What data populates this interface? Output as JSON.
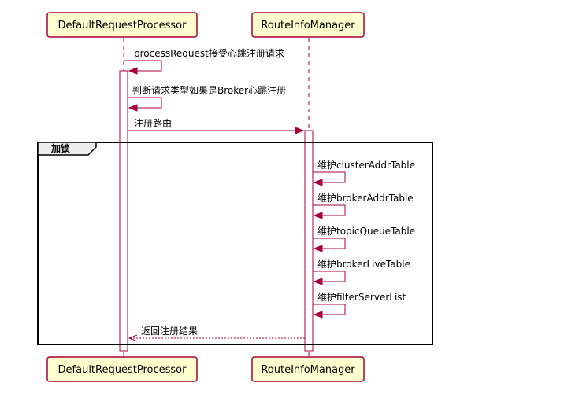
{
  "participants": {
    "processor": "DefaultRequestProcessor",
    "manager": "RouteInfoManager"
  },
  "fragment": {
    "label": "加锁"
  },
  "messages": [
    {
      "id": "m1",
      "from": "processor",
      "to": "processor",
      "text": "processRequest接受心跳注册请求",
      "style": "solid"
    },
    {
      "id": "m2",
      "from": "processor",
      "to": "processor",
      "text": "判断请求类型如果是Broker心跳注册",
      "style": "solid"
    },
    {
      "id": "m3",
      "from": "processor",
      "to": "manager",
      "text": "注册路由",
      "style": "solid"
    },
    {
      "id": "m4",
      "from": "manager",
      "to": "manager",
      "text": "维护clusterAddrTable",
      "style": "solid"
    },
    {
      "id": "m5",
      "from": "manager",
      "to": "manager",
      "text": "维护brokerAddrTable",
      "style": "solid"
    },
    {
      "id": "m6",
      "from": "manager",
      "to": "manager",
      "text": "维护topicQueueTable",
      "style": "solid"
    },
    {
      "id": "m7",
      "from": "manager",
      "to": "manager",
      "text": "维护brokerLiveTable",
      "style": "solid"
    },
    {
      "id": "m8",
      "from": "manager",
      "to": "manager",
      "text": "维护filterServerList",
      "style": "solid"
    },
    {
      "id": "m9",
      "from": "manager",
      "to": "processor",
      "text": "返回注册结果",
      "style": "dashed"
    }
  ],
  "colors": {
    "border": "#A80036",
    "participant_fill": "#FEFECE",
    "fragment_tab_fill": "#EEEEEE"
  }
}
